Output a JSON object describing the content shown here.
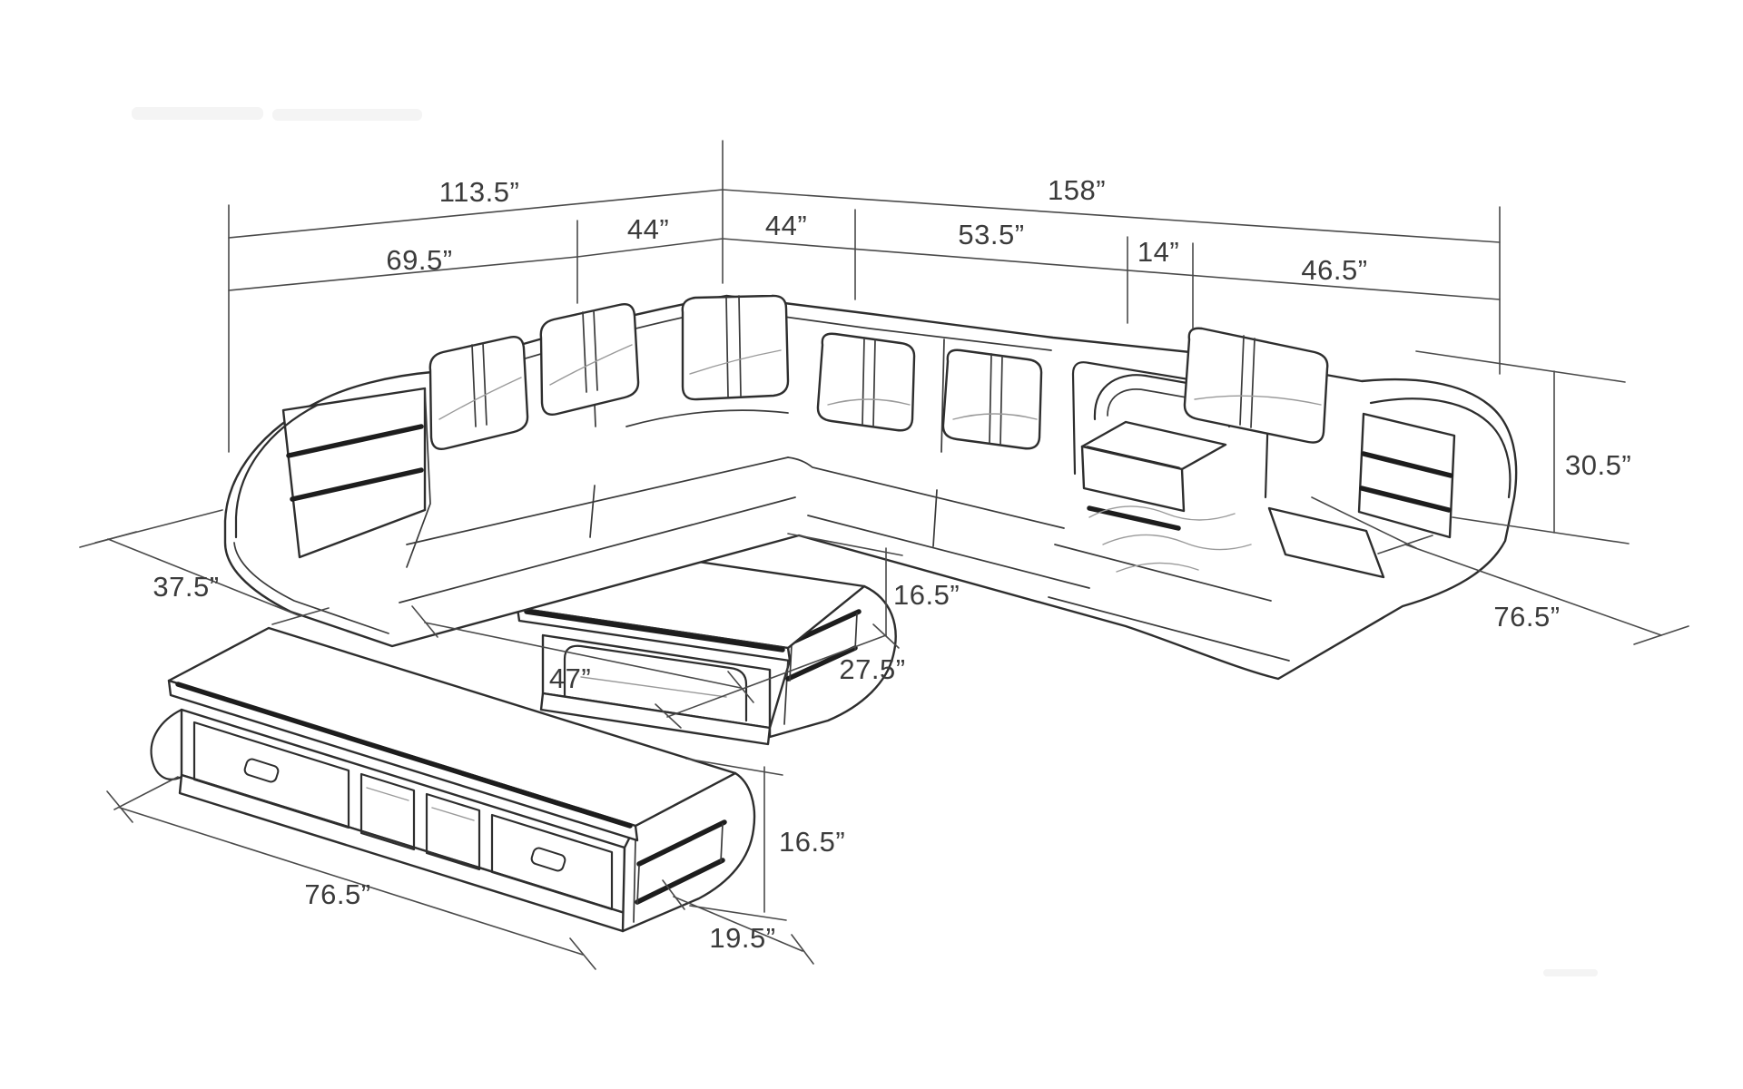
{
  "colors": {
    "background": "#ffffff",
    "line_ink": "#2e2e2e",
    "dimension_ink": "#4a4a4a",
    "label_text": "#3b3b3b"
  },
  "dims": {
    "sofa": {
      "overall_left": "113.5”",
      "overall_right": "158”",
      "left_section": "69.5”",
      "corner_left": "44”",
      "corner_right": "44”",
      "right_section": "53.5”",
      "console": "14”",
      "chaise": "46.5”",
      "height": "30.5”",
      "depth_left": "37.5”",
      "depth_right": "76.5”"
    },
    "coffee_table": {
      "length": "47”",
      "depth": "27.5”",
      "height": "16.5”"
    },
    "tv_stand": {
      "length": "76.5”",
      "depth": "19.5”",
      "height": "16.5”"
    }
  }
}
